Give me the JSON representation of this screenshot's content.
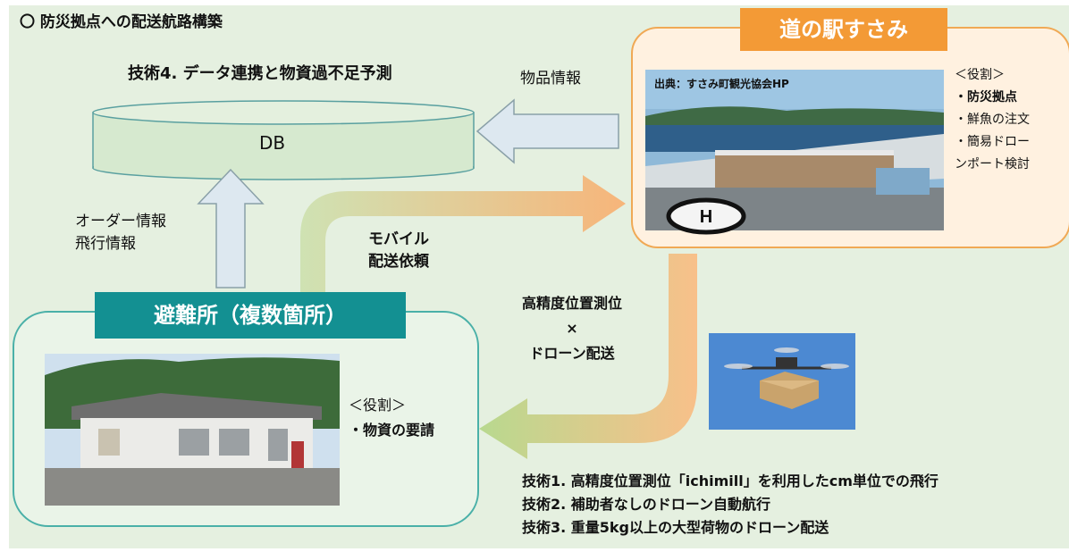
{
  "title": "〇 防災拠点への配送航路構築",
  "tech4": "技術4. データ連携と物資過不足予測",
  "db_label": "DB",
  "arrows": {
    "item_info": "物品情報",
    "order_info": "オーダー情報",
    "flight_info": "飛行情報",
    "mobile": "モバイル",
    "delivery_request": "配送依頼",
    "center_line1": "高精度位置測位",
    "center_line2": "×",
    "center_line3": "ドローン配送"
  },
  "michi": {
    "title": "道の駅すさみ",
    "credit": "出典：すさみ町観光協会HP",
    "roles_header": "＜役割＞",
    "roles": [
      "・防災拠点",
      "・鮮魚の注文",
      "・簡易ドロー",
      "ンポート検討"
    ]
  },
  "shelter": {
    "title": "避難所（複数箇所）",
    "roles_header": "＜役割＞",
    "roles": [
      "・物資の要請"
    ]
  },
  "techs": [
    "技術1. 高精度位置測位「ichimill」を利用したcm単位での飛行",
    "技術2. 補助者なしのドローン自動航行",
    "技術3. 重量5kg以上の大型荷物のドローン配送"
  ],
  "colors": {
    "panel": "#e5f0e0",
    "orange": "#f39a36",
    "teal": "#139092",
    "arrow_green": "#a9d18e",
    "arrow_orange": "#f8c08a",
    "arrow_blue": "#dde8f0"
  }
}
